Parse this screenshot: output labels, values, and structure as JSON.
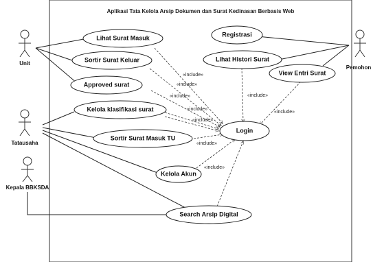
{
  "system": {
    "title": "Aplikasi Tata Kelola Arsip Dokumen dan Surat Kedinasan Berbasis Web"
  },
  "actors": {
    "unit": "Unit",
    "tatausaha": "Tatausaha",
    "kepala": "Kepala BBKSDA",
    "pemohon": "Pemohon"
  },
  "use_cases": {
    "lihat_surat_masuk": "Lihat Surat Masuk",
    "sortir_surat_keluar": "Sortir Surat Keluar",
    "approved_surat": "Approved surat",
    "kelola_klasifikasi": "Kelola klasifikasi surat",
    "sortir_surat_masuk_tu": "Sortir Surat Masuk TU",
    "kelola_akun": "Kelola Akun",
    "search_arsip": "Search Arsip Digital",
    "registrasi": "Registrasi",
    "lihat_histori": "Lihat Histori Surat",
    "view_entri": "View Entri Surat",
    "login": "Login"
  },
  "stereotype": "«include»"
}
